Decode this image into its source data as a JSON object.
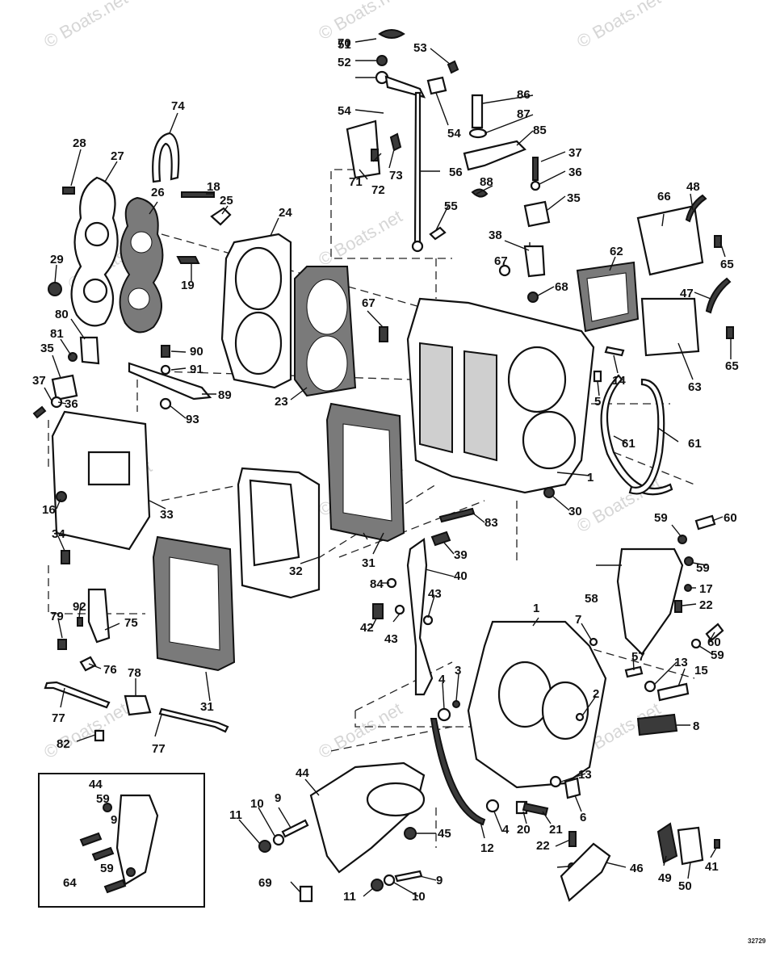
{
  "diagram": {
    "watermark": "© Boats.net",
    "drawing_code": "32729",
    "callouts": [
      "1",
      "1",
      "2",
      "3",
      "4",
      "4",
      "5",
      "6",
      "7",
      "8",
      "9",
      "9",
      "9",
      "10",
      "10",
      "11",
      "11",
      "12",
      "13",
      "13",
      "14",
      "15",
      "16",
      "17",
      "18",
      "19",
      "20",
      "21",
      "22",
      "22",
      "23",
      "24",
      "25",
      "26",
      "27",
      "28",
      "29",
      "30",
      "31",
      "31",
      "32",
      "33",
      "34",
      "35",
      "35",
      "36",
      "36",
      "37",
      "37",
      "38",
      "39",
      "40",
      "41",
      "42",
      "43",
      "43",
      "44",
      "44",
      "45",
      "46",
      "47",
      "48",
      "49",
      "50",
      "51",
      "52",
      "53",
      "54",
      "54",
      "55",
      "56",
      "57",
      "58",
      "59",
      "59",
      "59",
      "59",
      "59",
      "60",
      "60",
      "61",
      "61",
      "62",
      "63",
      "64",
      "65",
      "65",
      "66",
      "67",
      "67",
      "68",
      "69",
      "70",
      "71",
      "72",
      "73",
      "74",
      "75",
      "76",
      "77",
      "77",
      "78",
      "79",
      "80",
      "81",
      "82",
      "83",
      "84",
      "85",
      "86",
      "87",
      "88",
      "89",
      "90",
      "91",
      "92",
      "93"
    ]
  }
}
